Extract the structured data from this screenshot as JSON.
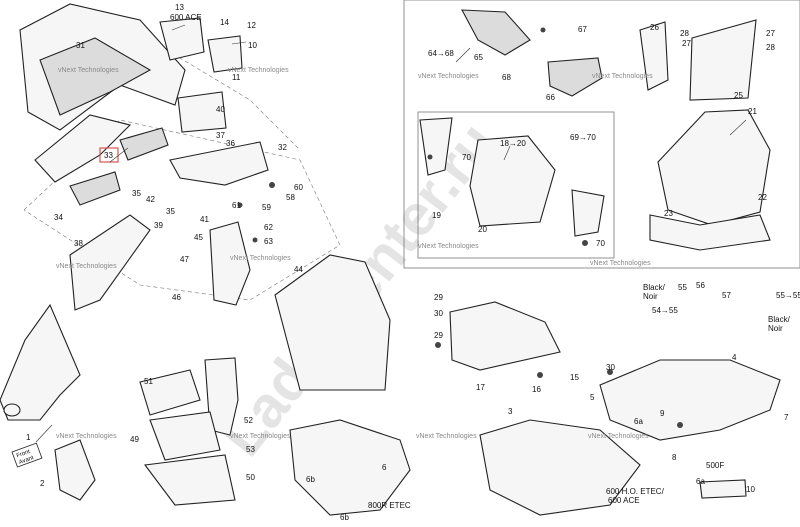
{
  "watermark": "vNext Technologies",
  "site_watermark": "Ladexrenter.ru",
  "labels": {
    "c13": "13",
    "c600ace_top": "600 ACE",
    "c14": "14",
    "c12": "12",
    "c11": "11",
    "c10": "10",
    "c31": "31",
    "c40": "40",
    "c33": "33",
    "c37": "37",
    "c36": "36",
    "c32": "32",
    "c60": "60",
    "c58": "58",
    "c59": "59",
    "c61": "61",
    "c35a": "35",
    "c35b": "35",
    "c34": "34",
    "c42": "42",
    "c41": "41",
    "c39": "39",
    "c38": "38",
    "c45": "45",
    "c62": "62",
    "c63": "63",
    "c47": "47",
    "c44": "44",
    "c46": "46",
    "c1": "1",
    "c2": "2",
    "c51": "51",
    "c52": "52",
    "c49": "49",
    "c53": "53",
    "c50": "50",
    "c64_68": "64→68",
    "c65": "65",
    "c67": "67",
    "c68a": "68",
    "c66": "66",
    "c70a": "70",
    "c18_20": "18→20",
    "c69_70": "69→70",
    "c19": "19",
    "c20": "20",
    "c70b": "70",
    "c28a": "28",
    "c26": "26",
    "c27a": "27",
    "c25": "25",
    "c28b": "28",
    "c27b": "27",
    "c21": "21",
    "c23": "23",
    "c22": "22",
    "c29a": "29",
    "c29b": "29",
    "c30a": "30",
    "c15": "15",
    "c17": "17",
    "c16": "16",
    "c55a": "55",
    "c56": "56",
    "c57": "57",
    "c54_55": "54→55",
    "c55_55": "55→55",
    "c30b": "30",
    "c4": "4",
    "c5": "5",
    "c6a": "6a",
    "c9": "9",
    "c3": "3",
    "c6b": "6b",
    "c6": "6",
    "c800r": "800R ETEC",
    "c6b2": "6b",
    "c8": "8",
    "c600ho": "600 H.O. ETEC/",
    "c600ace": "600 ACE",
    "c500f": "500F",
    "c10b": "10",
    "c6a2": "6a",
    "c7": "7"
  },
  "color_notes": [
    {
      "id": "black1",
      "line1": "Black/",
      "line2": "Noir"
    },
    {
      "id": "black2",
      "line1": "Black/",
      "line2": "Noir"
    }
  ],
  "front_tag": {
    "line1": "Front",
    "line2": "Avant"
  },
  "colors": {
    "highlight": "#d9534f",
    "line": "#222222",
    "frame": "#777777"
  }
}
